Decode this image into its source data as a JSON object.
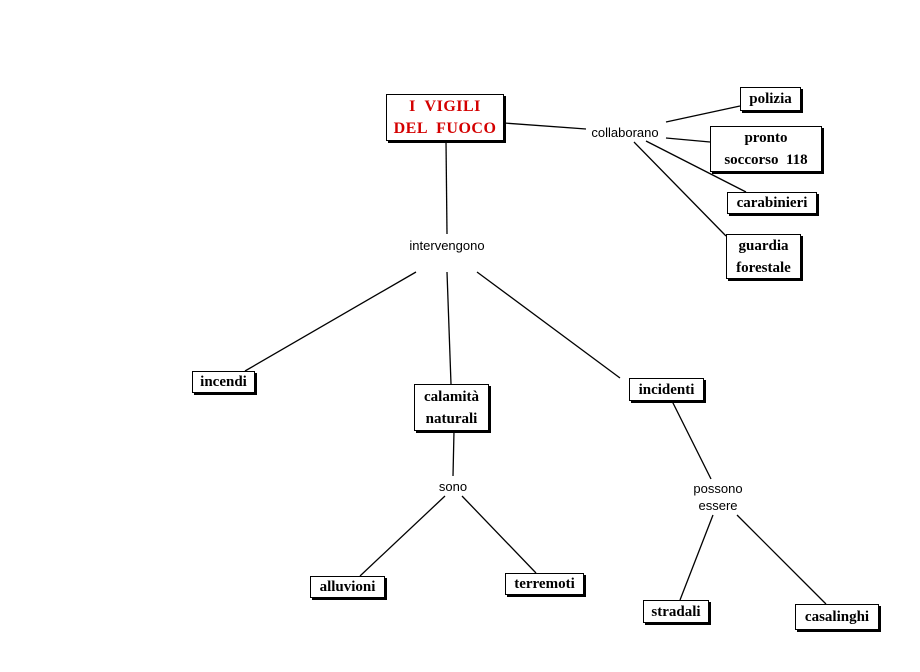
{
  "concepts": {
    "main": "I  VIGILI\nDEL  FUOCO",
    "polizia": "polizia",
    "pronto_soccorso": "pronto\nsoccorso  118",
    "carabinieri": "carabinieri",
    "guardia_forestale": "guardia\nforestale",
    "incendi": "incendi",
    "calamita_naturali": "calamità\nnaturali",
    "incidenti": "incidenti",
    "alluvioni": "alluvioni",
    "terremoti": "terremoti",
    "stradali": "stradali",
    "casalinghi": "casalinghi"
  },
  "linking_words": {
    "collaborano": "collaborano",
    "intervengono": "intervengono",
    "sono": "sono",
    "possono_essere": "possono\nessere"
  },
  "colors": {
    "main_text": "#d40000",
    "text": "#000000",
    "border": "#000000"
  }
}
